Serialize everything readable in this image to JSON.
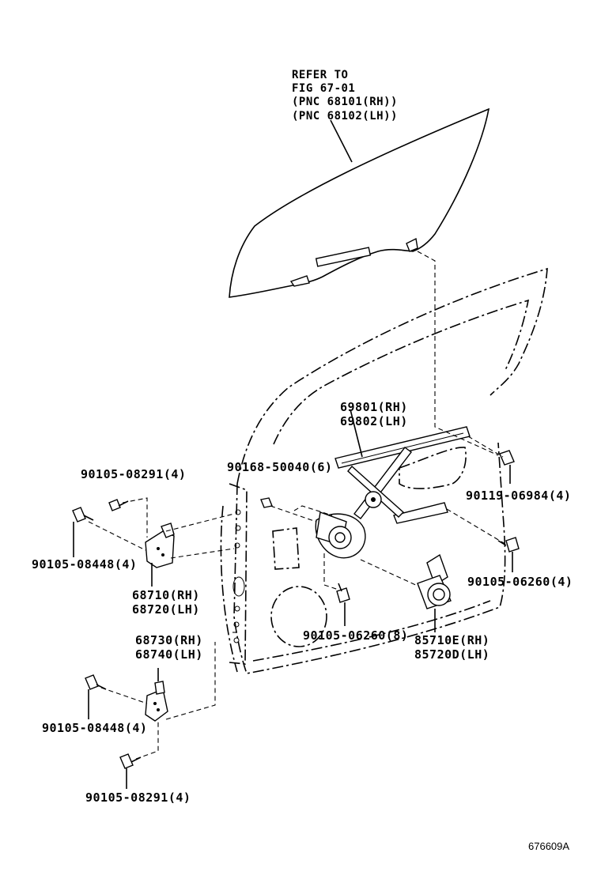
{
  "refer": {
    "line1": "REFER TO",
    "line2": "FIG 67-01",
    "line3": "(PNC 68101(RH))",
    "line4": "(PNC 68102(LH))"
  },
  "labels": {
    "regulator_rh": "69801(RH)",
    "regulator_lh": "69802(LH)",
    "bolt_90168": "90168-50040(6)",
    "bolt_90119": "90119-06984(4)",
    "bolt_90105_08291_top": "90105-08291(4)",
    "bolt_90105_08448_top": "90105-08448(4)",
    "hinge_upper_rh": "68710(RH)",
    "hinge_upper_lh": "68720(LH)",
    "hinge_lower_rh": "68730(RH)",
    "hinge_lower_lh": "68740(LH)",
    "bolt_90105_06260_right": "90105-06260(4)",
    "bolt_90105_06260_center": "90105-06260(8)",
    "motor_rh": "85710E(RH)",
    "motor_lh": "85720D(LH)",
    "bolt_90105_08448_bottom": "90105-08448(4)",
    "bolt_90105_08291_bottom": "90105-08291(4)"
  },
  "diagram_code": "676609A",
  "icons": [
    "window-glass-icon",
    "door-panel-icon",
    "window-regulator-icon",
    "regulator-motor-icon",
    "hinge-icon",
    "bolt-icon"
  ]
}
